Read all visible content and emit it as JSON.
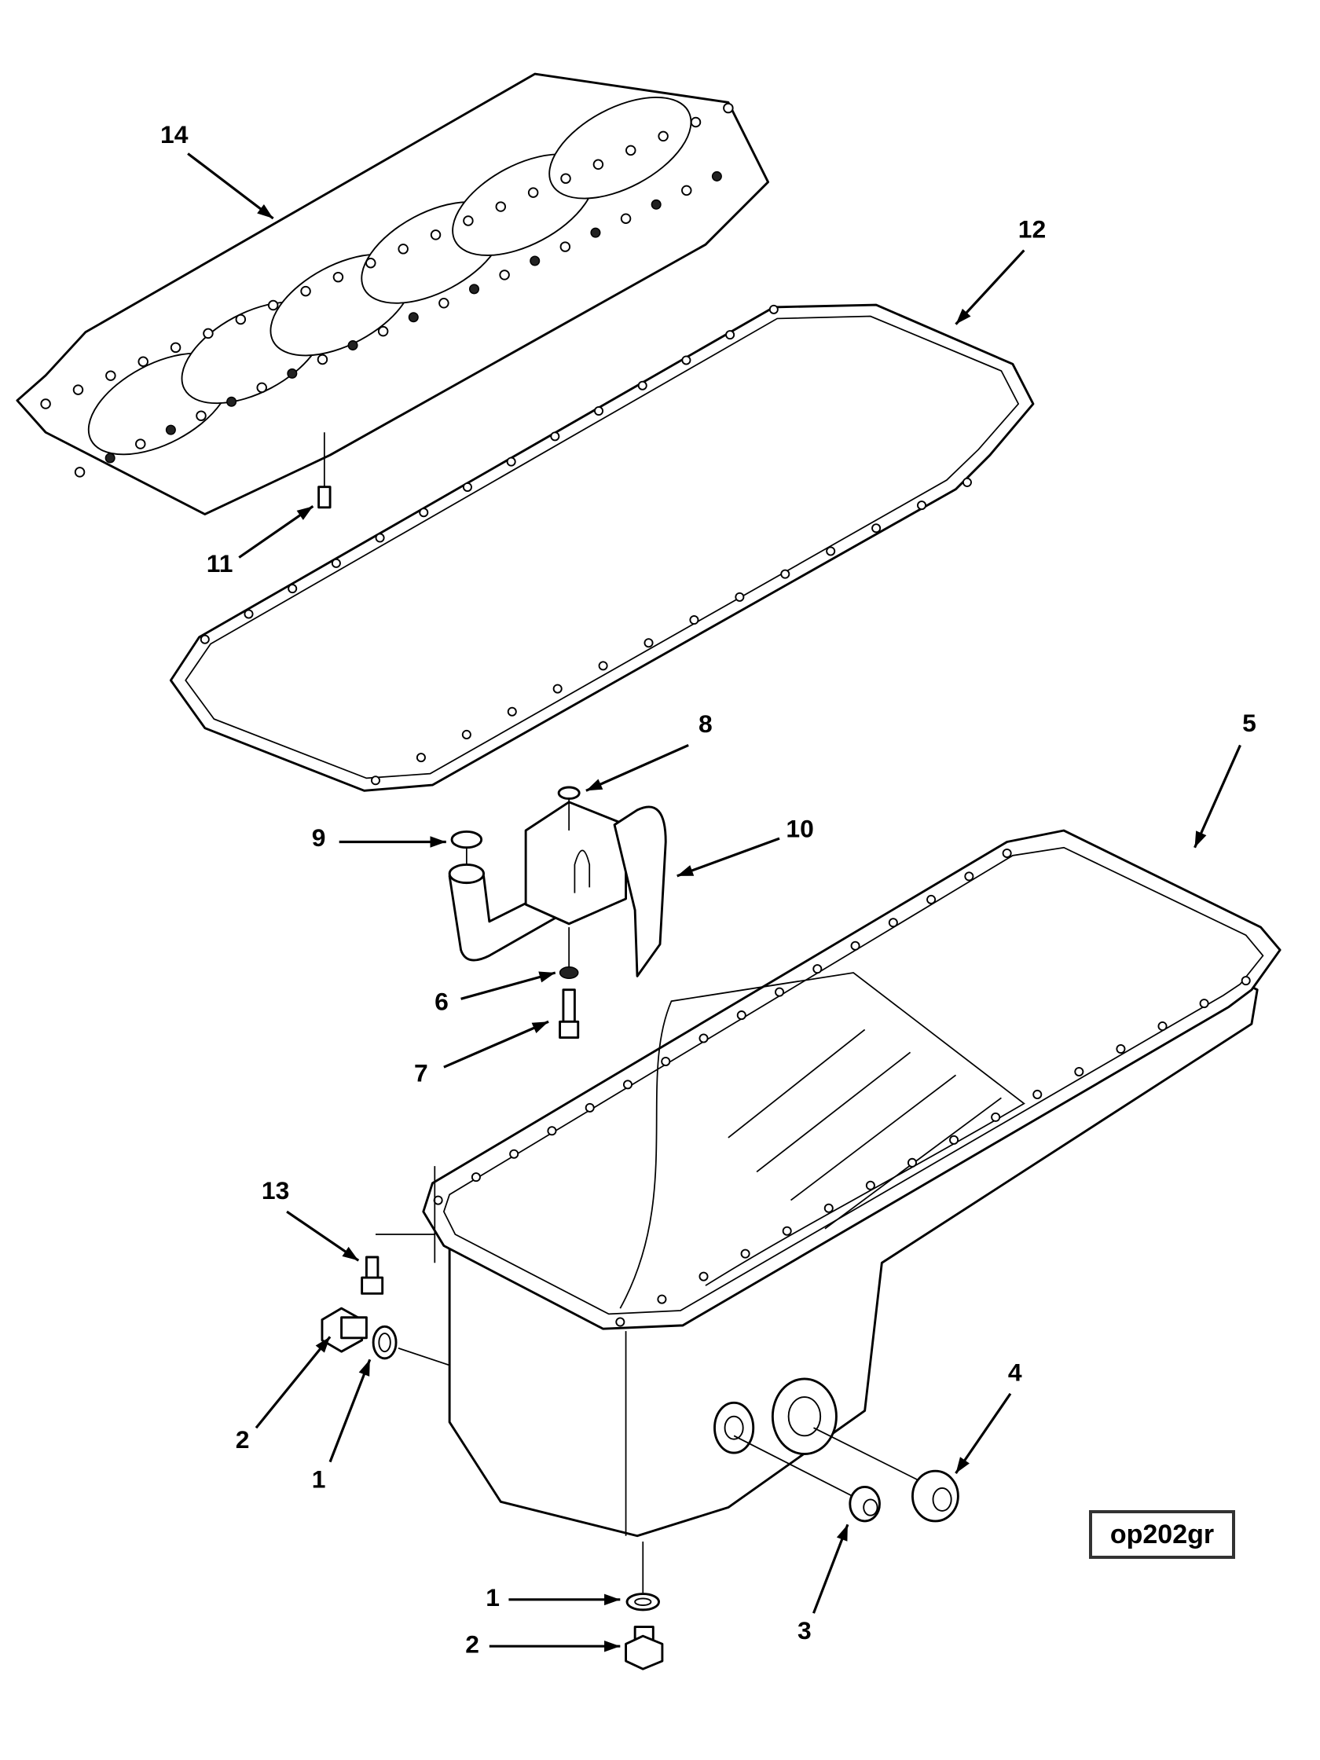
{
  "figure_id": "op202gr",
  "callouts": [
    {
      "label": "14",
      "part": "cylinder-head-gasket"
    },
    {
      "label": "12",
      "part": "oil-pan-gasket"
    },
    {
      "label": "11",
      "part": "dowel-pin"
    },
    {
      "label": "8",
      "part": "washer"
    },
    {
      "label": "9",
      "part": "o-ring"
    },
    {
      "label": "10",
      "part": "suction-tube"
    },
    {
      "label": "5",
      "part": "oil-pan"
    },
    {
      "label": "6",
      "part": "washer"
    },
    {
      "label": "7",
      "part": "capscrew"
    },
    {
      "label": "13",
      "part": "capscrew"
    },
    {
      "label": "2",
      "part": "drain-plug"
    },
    {
      "label": "1",
      "part": "sealing-washer"
    },
    {
      "label": "4",
      "part": "pipe-plug"
    },
    {
      "label": "3",
      "part": "pipe-plug"
    },
    {
      "label": "1",
      "part": "sealing-washer"
    },
    {
      "label": "2",
      "part": "drain-plug"
    }
  ]
}
